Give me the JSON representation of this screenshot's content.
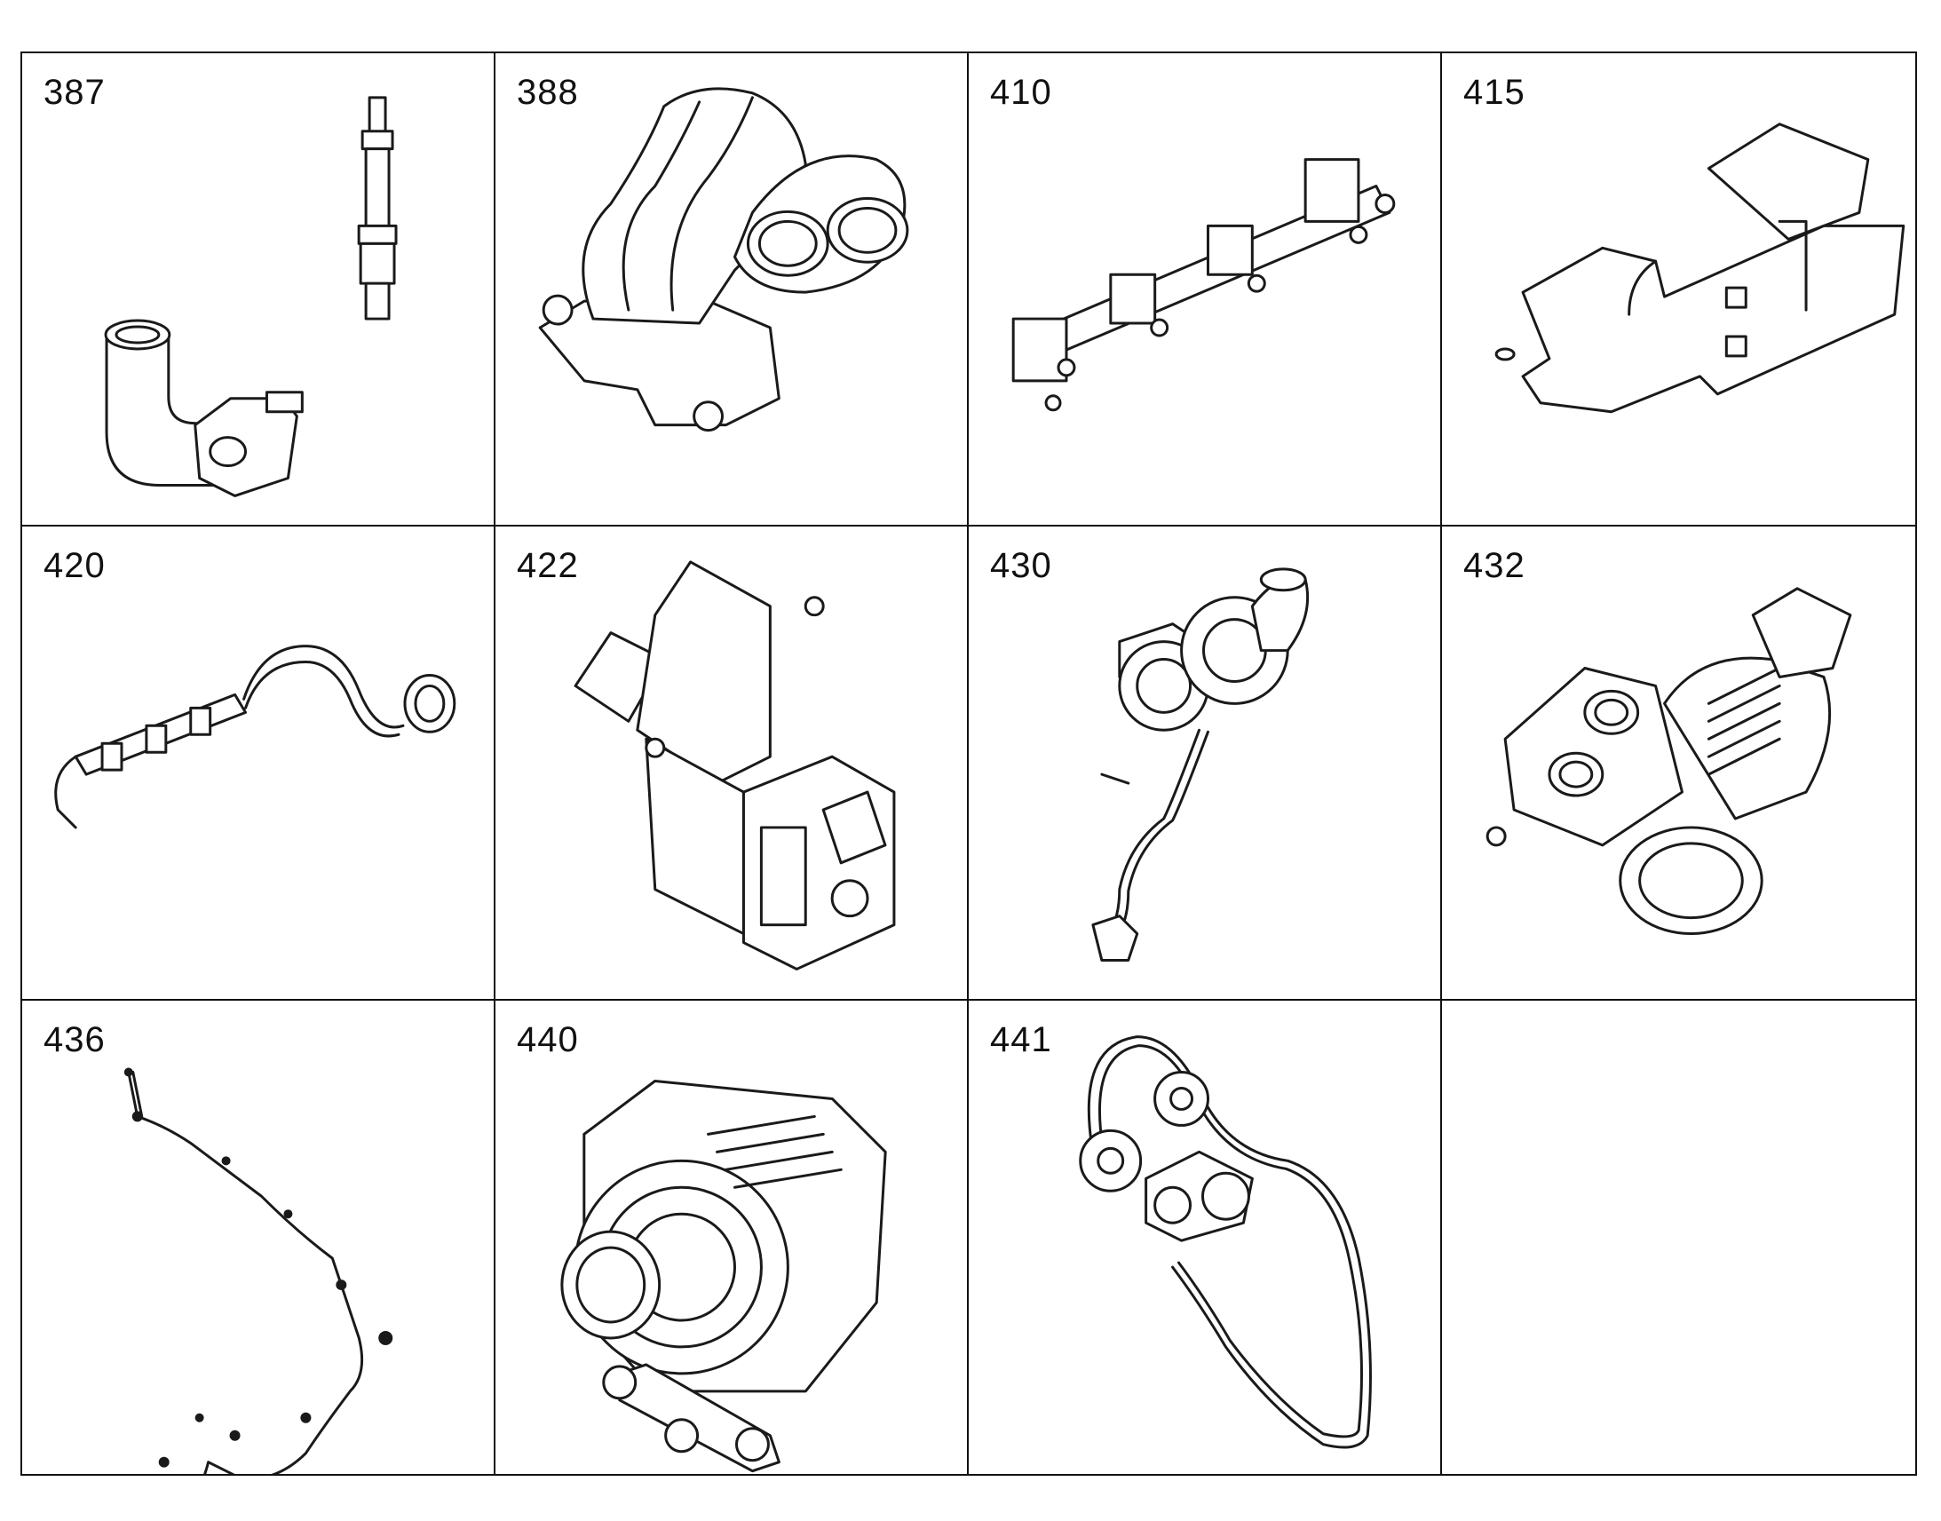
{
  "parts": [
    {
      "number": "387",
      "icon": "coolant-pipe-and-stud-icon"
    },
    {
      "number": "388",
      "icon": "intake-manifold-icon"
    },
    {
      "number": "410",
      "icon": "fuel-rail-icon"
    },
    {
      "number": "415",
      "icon": "heat-shield-icon"
    },
    {
      "number": "420",
      "icon": "injector-harness-icon"
    },
    {
      "number": "422",
      "icon": "bracket-with-module-icon"
    },
    {
      "number": "430",
      "icon": "turbocharger-icon"
    },
    {
      "number": "432",
      "icon": "throttle-body-icon"
    },
    {
      "number": "436",
      "icon": "wiring-harness-icon"
    },
    {
      "number": "440",
      "icon": "alternator-icon"
    },
    {
      "number": "441",
      "icon": "drive-belt-tensioner-icon"
    },
    {
      "number": "",
      "icon": ""
    }
  ]
}
